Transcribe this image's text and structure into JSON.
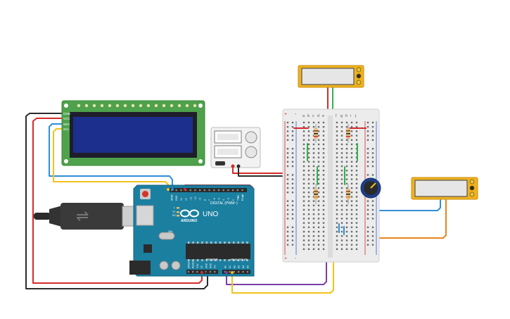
{
  "lcd": {
    "pins": [
      "GND",
      "VCC",
      "SDA",
      "SCL"
    ]
  },
  "arduino": {
    "logo_text": "ARDUINO",
    "model": "UNO",
    "digital_label": "DIGITAL (PWM~)",
    "power_label": "POWER",
    "analog_label": "ANALOG IN",
    "top_pin_labels": [
      "AREF",
      "GND",
      "13",
      "12",
      "~11",
      "~10",
      "~9",
      "8",
      "7",
      "~6",
      "~5",
      "4",
      "~3",
      "2",
      "TX▶1",
      "RX◀0"
    ],
    "power_pin_labels": [
      "IOREF",
      "RESET",
      "3.3V",
      "5V",
      "GND",
      "GND",
      "Vin"
    ],
    "analog_pin_labels": [
      "A0",
      "A1",
      "A2",
      "A3",
      "A4",
      "A5"
    ],
    "led_labels": [
      "L",
      "TX",
      "RX"
    ],
    "power_indicator": "ON"
  },
  "breadboard": {
    "columns_left": [
      "a",
      "b",
      "c",
      "d",
      "e"
    ],
    "columns_right": [
      "f",
      "g",
      "h",
      "i",
      "j"
    ],
    "rail_plus": "+",
    "rail_minus": "-",
    "row_count": 30
  },
  "colors": {
    "wire_red": "#d62a2a",
    "wire_black": "#2b2b2b",
    "wire_blue": "#2f8fd6",
    "wire_yellow": "#f2c21c",
    "wire_green": "#2fb24a",
    "wire_purple": "#7b3fa8",
    "wire_orange": "#e5861f",
    "board_teal": "#1b7fa0",
    "lcd_green": "#4fa14c",
    "multimeter_yellow": "#f0b21e"
  }
}
